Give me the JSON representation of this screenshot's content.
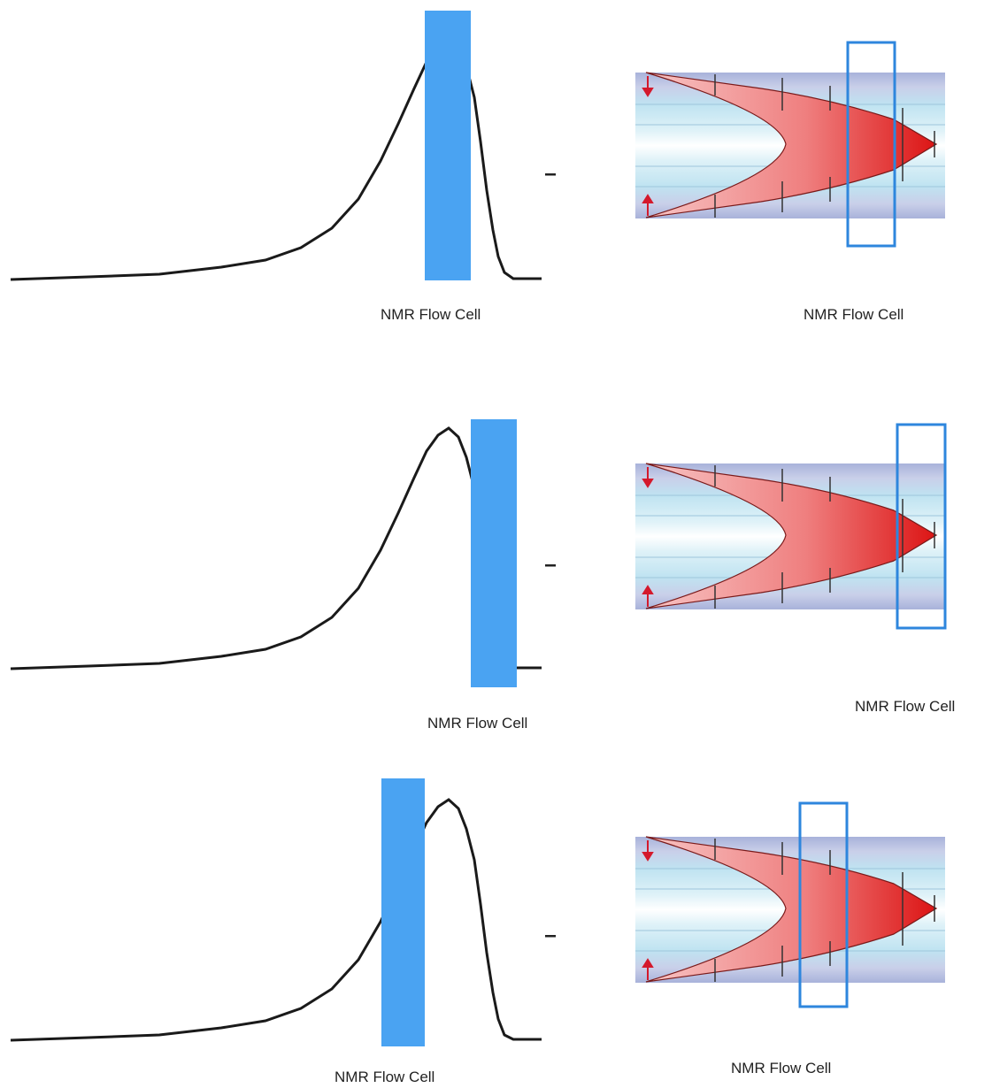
{
  "colors": {
    "background": "#ffffff",
    "peak_line": "#1a1a1a",
    "flow_cell_fill": "#4aa3f2",
    "flow_cell_outline": "#2e86dd",
    "flow_front_dark": "#e11e1e",
    "flow_front_light": "#f7b3b3",
    "tube_band": "#a9b5dc",
    "tube_core": "#ffffff",
    "arrow_red": "#d4192c",
    "arrow_dark": "#333333"
  },
  "panels": [
    {
      "id": "top",
      "peak_label": "NMR Flow Cell",
      "tube_label": "NMR Flow Cell",
      "flow_cell_position": "on peak maximum"
    },
    {
      "id": "middle",
      "peak_label": "NMR Flow Cell",
      "tube_label": "NMR Flow Cell",
      "flow_cell_position": "on peak trailing edge"
    },
    {
      "id": "bottom",
      "peak_label": "NMR Flow Cell",
      "tube_label": "NMR Flow Cell",
      "flow_cell_position": "on peak leading edge"
    }
  ]
}
